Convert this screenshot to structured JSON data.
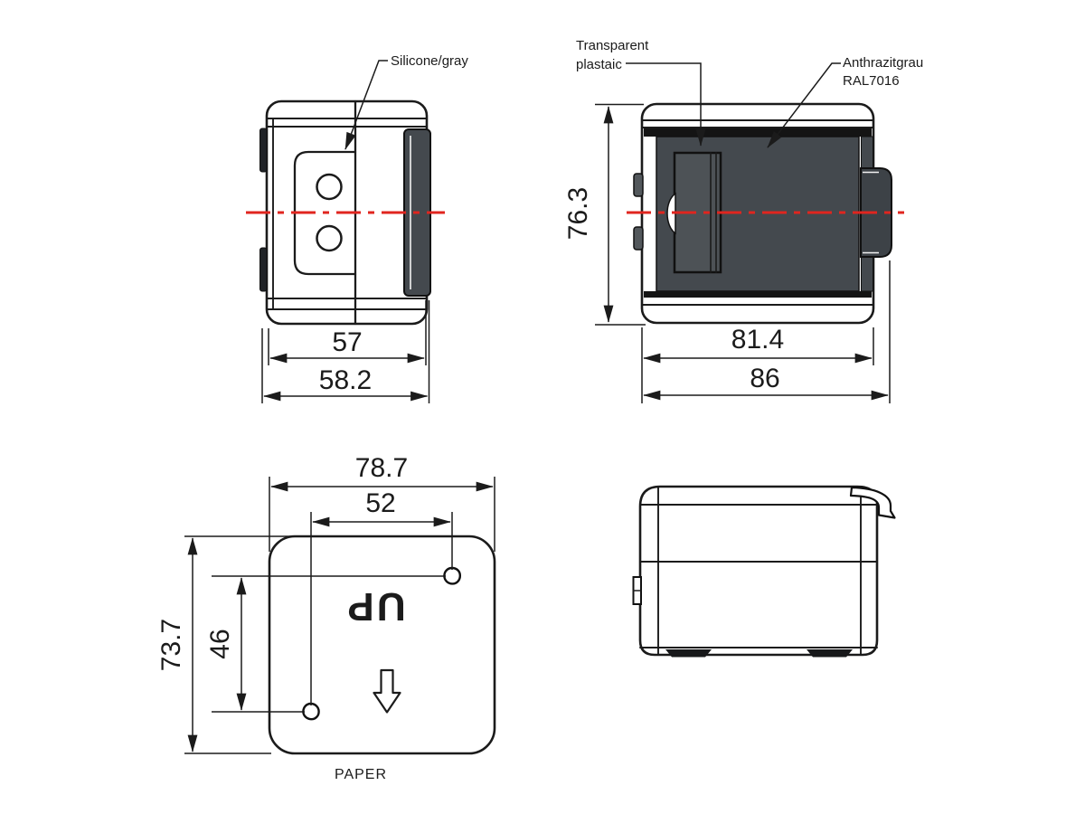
{
  "front_view": {
    "label_silicone": "Silicone/gray",
    "dim_inner_width": "57",
    "dim_outer_width": "58.2"
  },
  "back_view": {
    "label_window_line1": "Transparent",
    "label_window_line2": "plastaic",
    "label_color_line1": "Anthrazitgrau",
    "label_color_line2": "RAL7016",
    "dim_height": "76.3",
    "dim_body_width": "81.4",
    "dim_total_width": "86"
  },
  "template_view": {
    "dim_width": "78.7",
    "dim_hole_spacing_x": "52",
    "dim_hole_spacing_y": "46",
    "dim_height": "73.7",
    "up_marking": "UP",
    "caption": "PAPER"
  },
  "colors": {
    "anthracite": "#44494e",
    "window_gray": "#4d5256",
    "latch_gray": "#3d4247",
    "strip_black": "#141414",
    "centerline_red": "#e0251f",
    "line": "#1b1b1b"
  }
}
